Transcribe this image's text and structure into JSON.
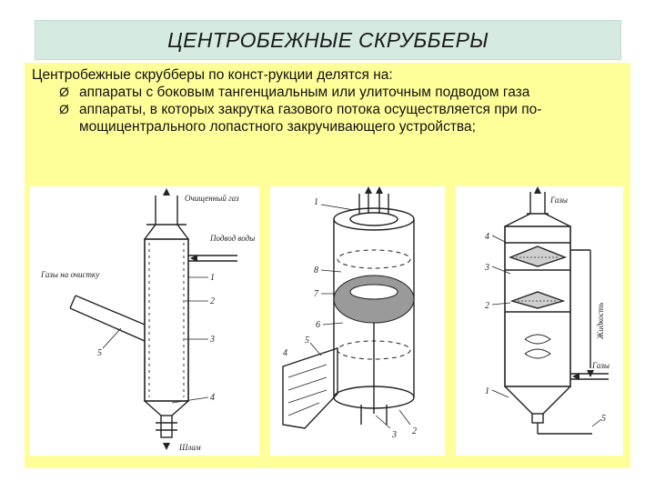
{
  "slide": {
    "title": "ЦЕНТРОБЕЖНЫЕ СКРУББЕРЫ",
    "intro": "Центробежные скрубберы по конст-рукции делятся на:",
    "bullets": [
      "аппараты с боковым тангенциальным или улиточным подводом газа",
      "аппараты, в которых закрутка газового потока осуществляется при по-мощицентрального лопастного закручивающего устройства;"
    ],
    "bullet_marker": "Ø"
  },
  "figures": {
    "left": {
      "labels": {
        "clean_gas": "Очищенный газ",
        "water_inlet": "Подвод воды",
        "gas_in": "Газы на очистку",
        "sludge": "Шлам"
      },
      "numbers": [
        "1",
        "2",
        "3",
        "4",
        "5"
      ]
    },
    "middle": {
      "numbers": [
        "1",
        "8",
        "7",
        "6",
        "5",
        "4",
        "3",
        "2"
      ]
    },
    "right": {
      "labels": {
        "gases_out": "Газы",
        "liquid": "Жидкость",
        "gases_in": "Газы"
      },
      "numbers": [
        "4",
        "3",
        "2",
        "1",
        "5"
      ]
    }
  }
}
